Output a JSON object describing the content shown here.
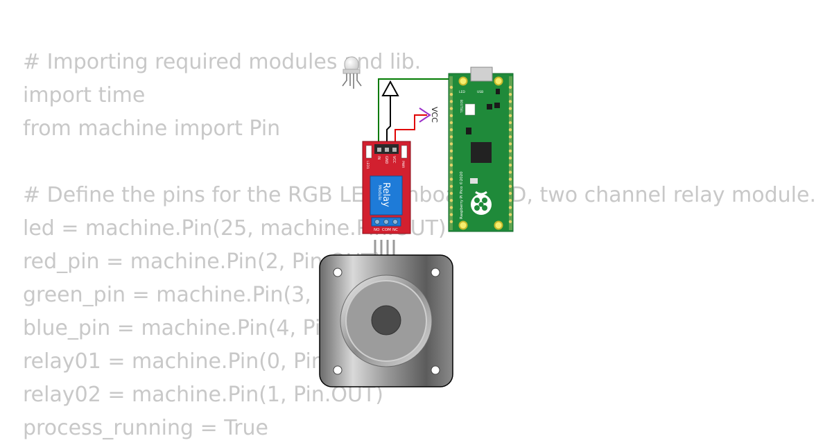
{
  "code": {
    "lines": [
      "# Importing required modules and lib.",
      "import time",
      "from machine import Pin",
      "",
      "# Define the pins for the RGB LED, onboard LED, two channel relay module.",
      "led = machine.Pin(25, machine.Pin.OUT)",
      "red_pin = machine.Pin(2, Pin.OUT)",
      "green_pin = machine.Pin(3, Pin.OUT)",
      "blue_pin = machine.Pin(4, Pin.OUT)",
      "relay01 = machine.Pin(0, Pin.OUT)",
      "relay02 = machine.Pin(1, Pin.OUT)",
      "process_running = True"
    ]
  },
  "diagram": {
    "vcc_label": "VCC",
    "relay": {
      "title": "Relay",
      "subtitle": "Module",
      "pin_in": "IN",
      "pin_gnd": "GND",
      "pin_vcc": "VCC",
      "led1": "LED1",
      "pwr": "PWR",
      "no": "NO",
      "com": "COM",
      "nc": "NC"
    },
    "pico": {
      "silk": "Raspberry Pi Pico ©2020",
      "led_label": "LED",
      "usb_label": "USB",
      "bootsel": "BOOTSEL"
    },
    "colors": {
      "wire_green": "#007a00",
      "wire_red": "#e00000",
      "vcc": "#9b2fc9",
      "pcb_green": "#1f8a3a",
      "relay_red": "#d2202f",
      "relay_blue": "#1e7bd8"
    }
  }
}
